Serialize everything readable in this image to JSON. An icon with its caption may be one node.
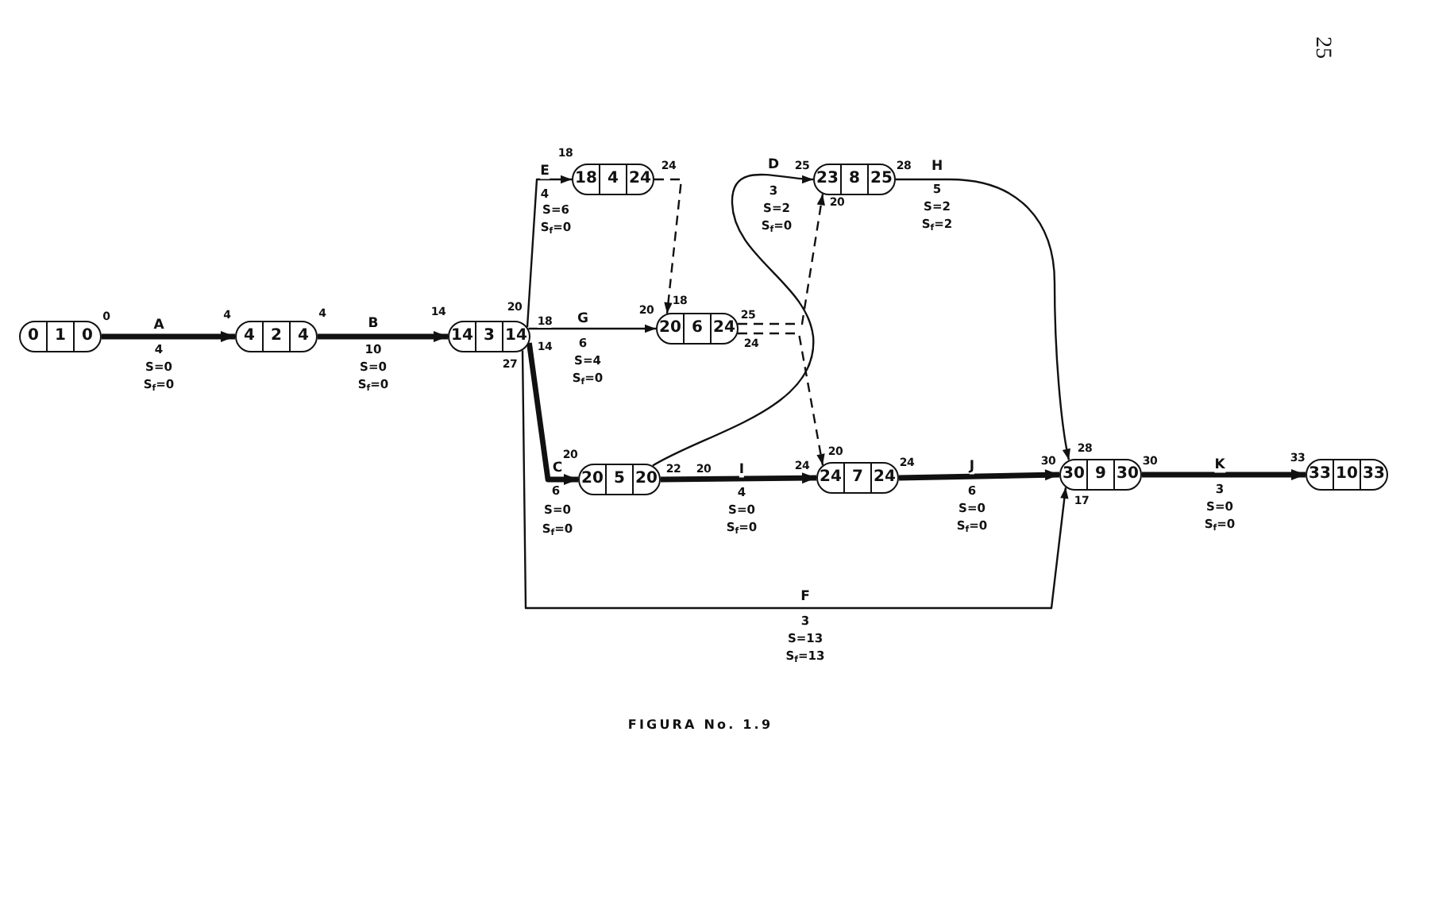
{
  "diagram": {
    "caption": "FIGURA No. 1.9",
    "nodes": [
      {
        "text": [
          "0",
          "1",
          "0"
        ],
        "beside": [
          "0"
        ]
      },
      {
        "text": [
          "4",
          "2",
          "4"
        ],
        "beside": [
          "4",
          "4"
        ]
      },
      {
        "text": [
          "14",
          "3",
          "14"
        ],
        "beside": [
          "14",
          "20",
          "18",
          "14",
          "27"
        ]
      },
      {
        "text": [
          "18",
          "4",
          "24"
        ],
        "beside": [
          "18",
          "24"
        ]
      },
      {
        "text": [
          "20",
          "6",
          "24"
        ],
        "beside": [
          "20",
          "18",
          "25",
          "24"
        ]
      },
      {
        "text": [
          "20",
          "5",
          "20"
        ],
        "beside": [
          "20",
          "22",
          "20"
        ]
      },
      {
        "text": [
          "23",
          "8",
          "25"
        ],
        "beside": [
          "25",
          "20",
          "28"
        ]
      },
      {
        "text": [
          "24",
          "7",
          "24"
        ],
        "beside": [
          "24",
          "20",
          "24"
        ]
      },
      {
        "text": [
          "30",
          "9",
          "30"
        ],
        "beside": [
          "30",
          "28",
          "17",
          "30"
        ]
      },
      {
        "text": [
          "33",
          "10",
          "33"
        ],
        "beside": [
          "33"
        ]
      }
    ],
    "edges": [
      {
        "from": 0,
        "to": 1,
        "arrow": "to",
        "label": "A",
        "style": "thick"
      },
      {
        "from": 1,
        "to": 2,
        "arrow": "to",
        "label": "B",
        "style": "thick"
      },
      {
        "from": 2,
        "to": 3,
        "arrow": "to",
        "label": "E"
      },
      {
        "from": 2,
        "to": 4,
        "arrow": "to",
        "label": "G"
      },
      {
        "from": 2,
        "to": 5,
        "arrow": "to",
        "label": "C",
        "style": "thick"
      },
      {
        "from": 3,
        "to": 4,
        "arrow": "to",
        "style": "dashed"
      },
      {
        "from": 4,
        "to": 6,
        "arrow": "to",
        "style": "dashed"
      },
      {
        "from": 4,
        "to": 7,
        "arrow": "to",
        "style": "dashed"
      },
      {
        "from": 5,
        "to": 6,
        "arrow": "to",
        "label": "D"
      },
      {
        "from": 5,
        "to": 7,
        "arrow": "to",
        "label": "I",
        "style": "thick"
      },
      {
        "from": 6,
        "to": 8,
        "arrow": "to",
        "label": "H"
      },
      {
        "from": 7,
        "to": 8,
        "arrow": "to",
        "label": "J",
        "style": "thick"
      },
      {
        "from": 2,
        "to": 8,
        "arrow": "to",
        "label": "F"
      },
      {
        "from": 8,
        "to": 9,
        "arrow": "to",
        "label": "K",
        "style": "thick"
      }
    ],
    "labels": [
      "25",
      "4",
      "S=6",
      "S$_{f}$=0",
      "3",
      "S=2",
      "S$_{f}$=0",
      "5",
      "S=2",
      "S$_{f}$=2",
      "4",
      "S=0",
      "S$_{f}$=0",
      "10",
      "S=0",
      "S$_{f}$=0",
      "6",
      "S=4",
      "S$_{f}$=0",
      "6",
      "S=0",
      "S$_{f}$=0",
      "4",
      "S=0",
      "S$_{f}$=0",
      "6",
      "S=0",
      "S$_{f}$=0",
      "3",
      "S=0",
      "S$_{f}$=0",
      "3",
      "S=13",
      "S$_{f}$=13"
    ]
  }
}
